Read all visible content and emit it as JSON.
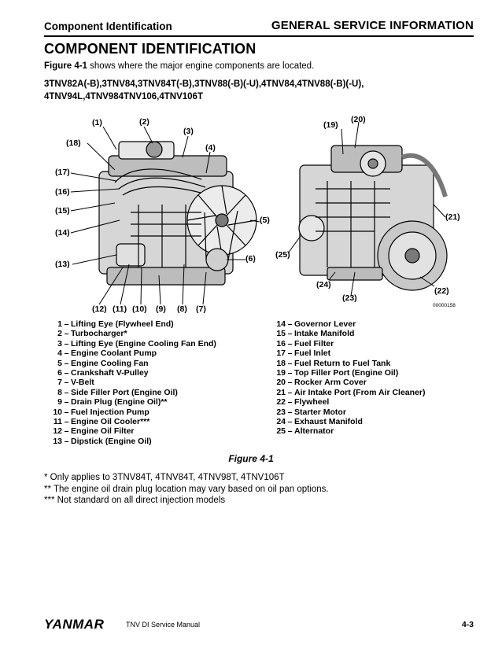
{
  "header": {
    "left": "Component Identification",
    "right": "GENERAL SERVICE INFORMATION"
  },
  "title": "COMPONENT IDENTIFICATION",
  "intro": {
    "ref": "Figure 4-1",
    "text": " shows where the major engine components are located."
  },
  "models": {
    "line1": "3TNV82A(-B),3TNV84,3TNV84T(-B),3TNV88(-B)(-U),4TNV84,4TNV88(-B)(-U),",
    "line2": "4TNV94L,4TNV984TNV106,4TNV106T"
  },
  "figure": {
    "callouts": [
      "(1)",
      "(2)",
      "(3)",
      "(4)",
      "(5)",
      "(6)",
      "(7)",
      "(8)",
      "(9)",
      "(10)",
      "(11)",
      "(12)",
      "(13)",
      "(14)",
      "(15)",
      "(16)",
      "(17)",
      "(18)",
      "(19)",
      "(20)",
      "(21)",
      "(22)",
      "(23)",
      "(24)",
      "(25)"
    ],
    "code": "00000158"
  },
  "legend": [
    {
      "num": "1",
      "label": "Lifting Eye (Flywheel End)"
    },
    {
      "num": "2",
      "label": "Turbocharger*"
    },
    {
      "num": "3",
      "label": "Lifting Eye (Engine Cooling Fan End)"
    },
    {
      "num": "4",
      "label": "Engine Coolant Pump"
    },
    {
      "num": "5",
      "label": "Engine Cooling Fan"
    },
    {
      "num": "6",
      "label": "Crankshaft V-Pulley"
    },
    {
      "num": "7",
      "label": "V-Belt"
    },
    {
      "num": "8",
      "label": "Side Filler Port (Engine Oil)"
    },
    {
      "num": "9",
      "label": "Drain Plug (Engine Oil)**"
    },
    {
      "num": "10",
      "label": "Fuel Injection Pump"
    },
    {
      "num": "11",
      "label": "Engine Oil Cooler***"
    },
    {
      "num": "12",
      "label": "Engine Oil Filter"
    },
    {
      "num": "13",
      "label": "Dipstick (Engine Oil)"
    },
    {
      "num": "14",
      "label": "Governor Lever"
    },
    {
      "num": "15",
      "label": "Intake Manifold"
    },
    {
      "num": "16",
      "label": "Fuel Filter"
    },
    {
      "num": "17",
      "label": "Fuel Inlet"
    },
    {
      "num": "18",
      "label": "Fuel Return to Fuel Tank"
    },
    {
      "num": "19",
      "label": "Top Filler Port (Engine Oil)"
    },
    {
      "num": "20",
      "label": "Rocker Arm Cover"
    },
    {
      "num": "21",
      "label": "Air Intake Port (From Air Cleaner)"
    },
    {
      "num": "22",
      "label": "Flywheel"
    },
    {
      "num": "23",
      "label": "Starter Motor"
    },
    {
      "num": "24",
      "label": "Exhaust Manifold"
    },
    {
      "num": "25",
      "label": "Alternator"
    }
  ],
  "figure_caption": "Figure 4-1",
  "notes": [
    "* Only applies to 3TNV84T, 4TNV84T, 4TNV98T, 4TNV106T",
    "** The engine oil drain plug location may vary based on oil pan options.",
    "*** Not standard on all direct injection models"
  ],
  "footer": {
    "brand": "YANMAR",
    "manual": "TNV DI Service Manual",
    "page": "4-3"
  }
}
